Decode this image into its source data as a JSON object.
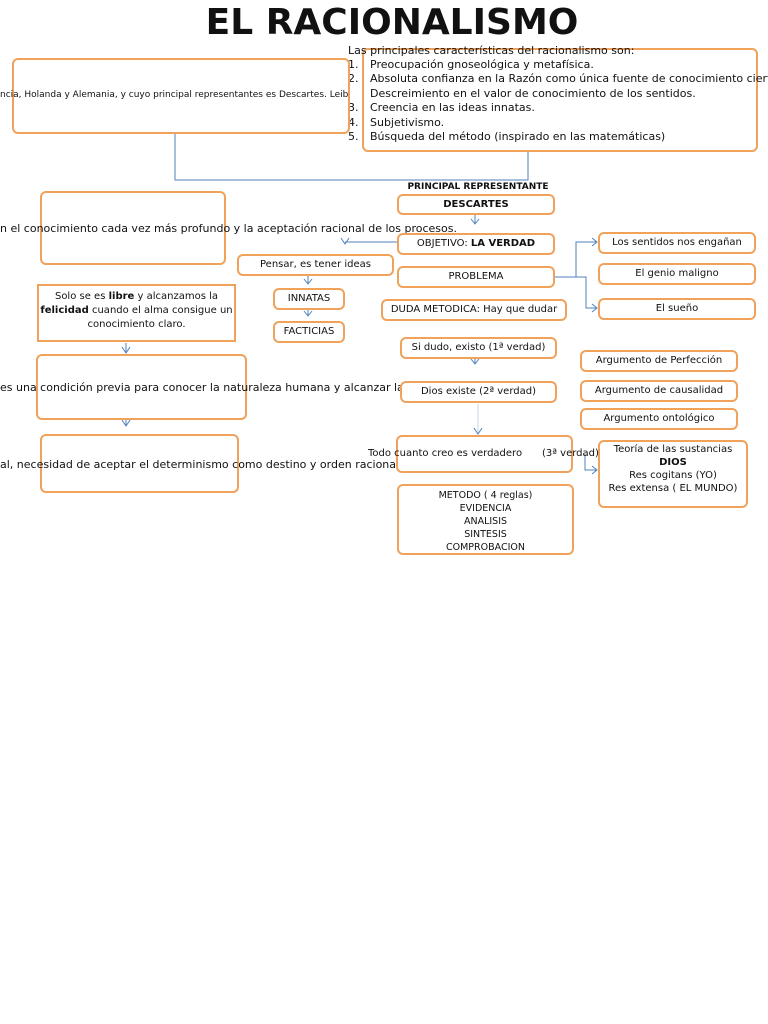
{
  "title": "EL RACIONALISMO",
  "characteristics": {
    "intro": "Las principales características del racionalismo son:",
    "items": [
      {
        "n": "1.",
        "text": "Preocupación gnoseológica y metafísica."
      },
      {
        "n": "2.",
        "text": "Absoluta confianza en la Razón como única fuente de  conocimiento cierto."
      },
      {
        "n": "",
        "text": "Descreimiento en el valor de conocimiento de los sentidos."
      },
      {
        "n": "3.",
        "text": "Creencia en las ideas innatas."
      },
      {
        "n": "4.",
        "text": "Subjetivismo."
      },
      {
        "n": "5.",
        "text": "Búsqueda del método (inspirado en las matemáticas)"
      }
    ]
  },
  "origin_text": "ncia, Holanda y Alemania, y cuyo principal representantes es Descartes. Leib",
  "left": {
    "knowledge_text": "n el conocimiento cada vez más profundo y la aceptación racional de los procesos.",
    "freedom": {
      "pre": "Solo se es ",
      "libre": "libre",
      "mid": " y alcanzamos la",
      "felicidad": "felicidad",
      "post": " cuando el alma consigue un",
      "line3": "conocimiento claro."
    },
    "condition_text": "es una condición previa para conocer la naturaleza humana y alcanzar la felicidad.",
    "determinism_text": "al, necesidad de aceptar el determinismo como destino y orden racional."
  },
  "center": {
    "principal_label": "PRINCIPAL REPRESENTANTE",
    "descartes": "DESCARTES",
    "objetivo_label": "OBJETIVO: ",
    "objetivo_value": "LA VERDAD",
    "pensar": "Pensar, es tener ideas",
    "innatas": "INNATAS",
    "facticias": "FACTICIAS",
    "problema": "PROBLEMA",
    "duda": "DUDA METODICA: Hay que dudar",
    "verdad1": "Si dudo, existo (1ª verdad)",
    "verdad2": "Dios existe (2ª verdad)",
    "verdad3_a": "Todo cuanto creo es verdadero",
    "verdad3_b": "(3ª verdad)",
    "metodo": [
      "METODO ( 4 reglas)",
      "EVIDENCIA",
      "ANALISIS",
      "SINTESIS",
      "COMPROBACION"
    ]
  },
  "right": {
    "sentidos": "Los sentidos nos engañan",
    "genio": "El genio maligno",
    "sueno": "El sueño",
    "perfeccion": "Argumento de Perfección",
    "causalidad": "Argumento de causalidad",
    "ontologico": "Argumento ontológico",
    "sustancias": {
      "title": "Teoría de las sustancias",
      "dios": "DIOS",
      "cogitans": "Res cogitans (YO)",
      "extensa": "Res extensa ( EL MUNDO)"
    }
  },
  "colors": {
    "box_border": "#f0a25b",
    "connector": "#4f81bd"
  }
}
